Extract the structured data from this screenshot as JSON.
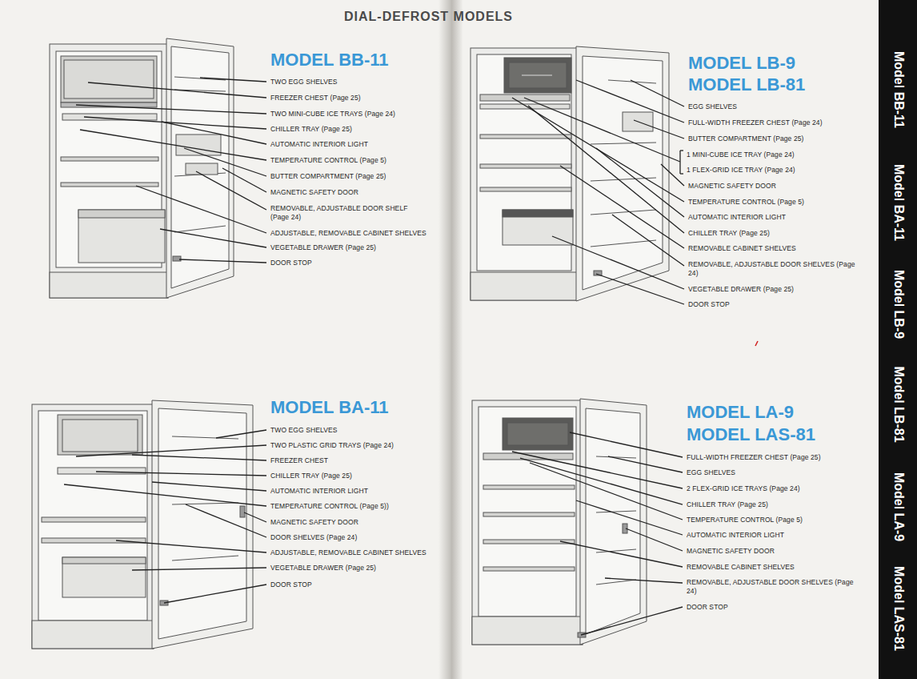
{
  "diagram": {
    "title": "DIAL-DEFROST MODELS",
    "labels": [
      "MODEL BB-11",
      "TWO EGG SHELVES",
      "FREEZER CHEST (Page 25)",
      "TWO MINI-CUBE ICE TRAYS (Page 24)",
      "CHILLER TRAY (Page 25)",
      "AUTOMATIC INTERIOR LIGHT",
      "TEMPERATURE CONTROL (Page 5)",
      "BUTTER COMPARTMENT (Page 25)",
      "MAGNETIC SAFETY DOOR",
      "REMOVABLE, ADJUSTABLE DOOR SHELF (Page 24)",
      "ADJUSTABLE, REMOVABLE CABINET SHELVES",
      "VEGETABLE DRAWER (Page 25)",
      "DOOR STOP",
      "MODEL LB-9",
      "MODEL LB-81",
      "EGG SHELVES",
      "FULL-WIDTH FREEZER CHEST (Page 24)",
      "BUTTER COMPARTMENT (Page 25)",
      "1 MINI-CUBE ICE TRAY (Page 24)",
      "1 FLEX-GRID ICE TRAY (Page 24)",
      "MAGNETIC SAFETY DOOR",
      "TEMPERATURE CONTROL (Page 5)",
      "AUTOMATIC INTERIOR LIGHT",
      "CHILLER TRAY (Page 25)",
      "REMOVABLE CABINET SHELVES",
      "REMOVABLE, ADJUSTABLE DOOR SHELVES (Page 24)",
      "VEGETABLE DRAWER (Page 25)",
      "DOOR STOP",
      "MODEL BA-11",
      "TWO EGG SHELVES",
      "TWO PLASTIC GRID TRAYS (Page 24)",
      "FREEZER CHEST",
      "CHILLER TRAY (Page 25)",
      "AUTOMATIC INTERIOR LIGHT",
      "TEMPERATURE CONTROL (Page 5))",
      "MAGNETIC SAFETY DOOR",
      "DOOR SHELVES (Page 24)",
      "ADJUSTABLE, REMOVABLE CABINET SHELVES",
      "VEGETABLE DRAWER (Page 25)",
      "DOOR STOP",
      "MODEL LA-9",
      "MODEL LAS-81",
      "FULL-WIDTH FREEZER CHEST (Page 25)",
      "EGG SHELVES",
      "2 FLEX-GRID ICE TRAYS (Page 24)",
      "CHILLER TRAY (Page 25)",
      "TEMPERATURE CONTROL (Page 5)",
      "AUTOMATIC INTERIOR LIGHT",
      "MAGNETIC SAFETY DOOR",
      "REMOVABLE CABINET SHELVES",
      "REMOVABLE, ADJUSTABLE DOOR SHELVES (Page 24)",
      "DOOR STOP",
      "Model BB-11",
      "Model BA-11",
      "Model LB-9",
      "Model LB-81",
      "Model LA-9",
      "Model LAS-81"
    ]
  }
}
